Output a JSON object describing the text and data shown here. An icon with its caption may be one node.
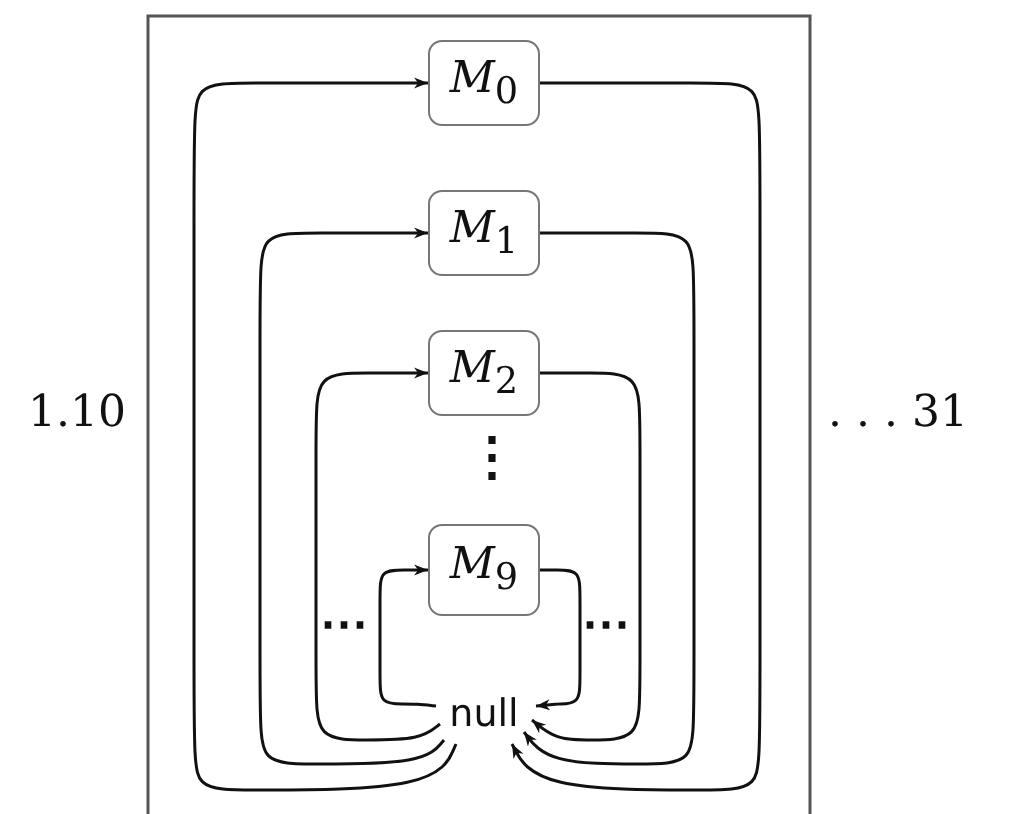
{
  "diagram": {
    "nodes": [
      {
        "text": [
          "*M*$_{0}$"
        ]
      },
      {
        "text": [
          "*M*$_{1}$"
        ]
      },
      {
        "text": [
          "*M*$_{2}$"
        ]
      },
      {
        "text": [
          "*M*$_{9}$"
        ]
      },
      {
        "text": [
          "null"
        ]
      }
    ],
    "edges": [
      {
        "from": 4,
        "to": 0,
        "arrow": "to"
      },
      {
        "from": 0,
        "to": 4,
        "arrow": "to"
      },
      {
        "from": 4,
        "to": 1,
        "arrow": "to"
      },
      {
        "from": 1,
        "to": 4,
        "arrow": "to"
      },
      {
        "from": 4,
        "to": 2,
        "arrow": "to"
      },
      {
        "from": 2,
        "to": 4,
        "arrow": "to"
      },
      {
        "from": 4,
        "to": 3,
        "arrow": "to"
      },
      {
        "from": 3,
        "to": 4,
        "arrow": "to"
      }
    ],
    "labels": [
      "1.10",
      "⋮",
      "⋯",
      "⋯",
      ". . . 31"
    ]
  }
}
